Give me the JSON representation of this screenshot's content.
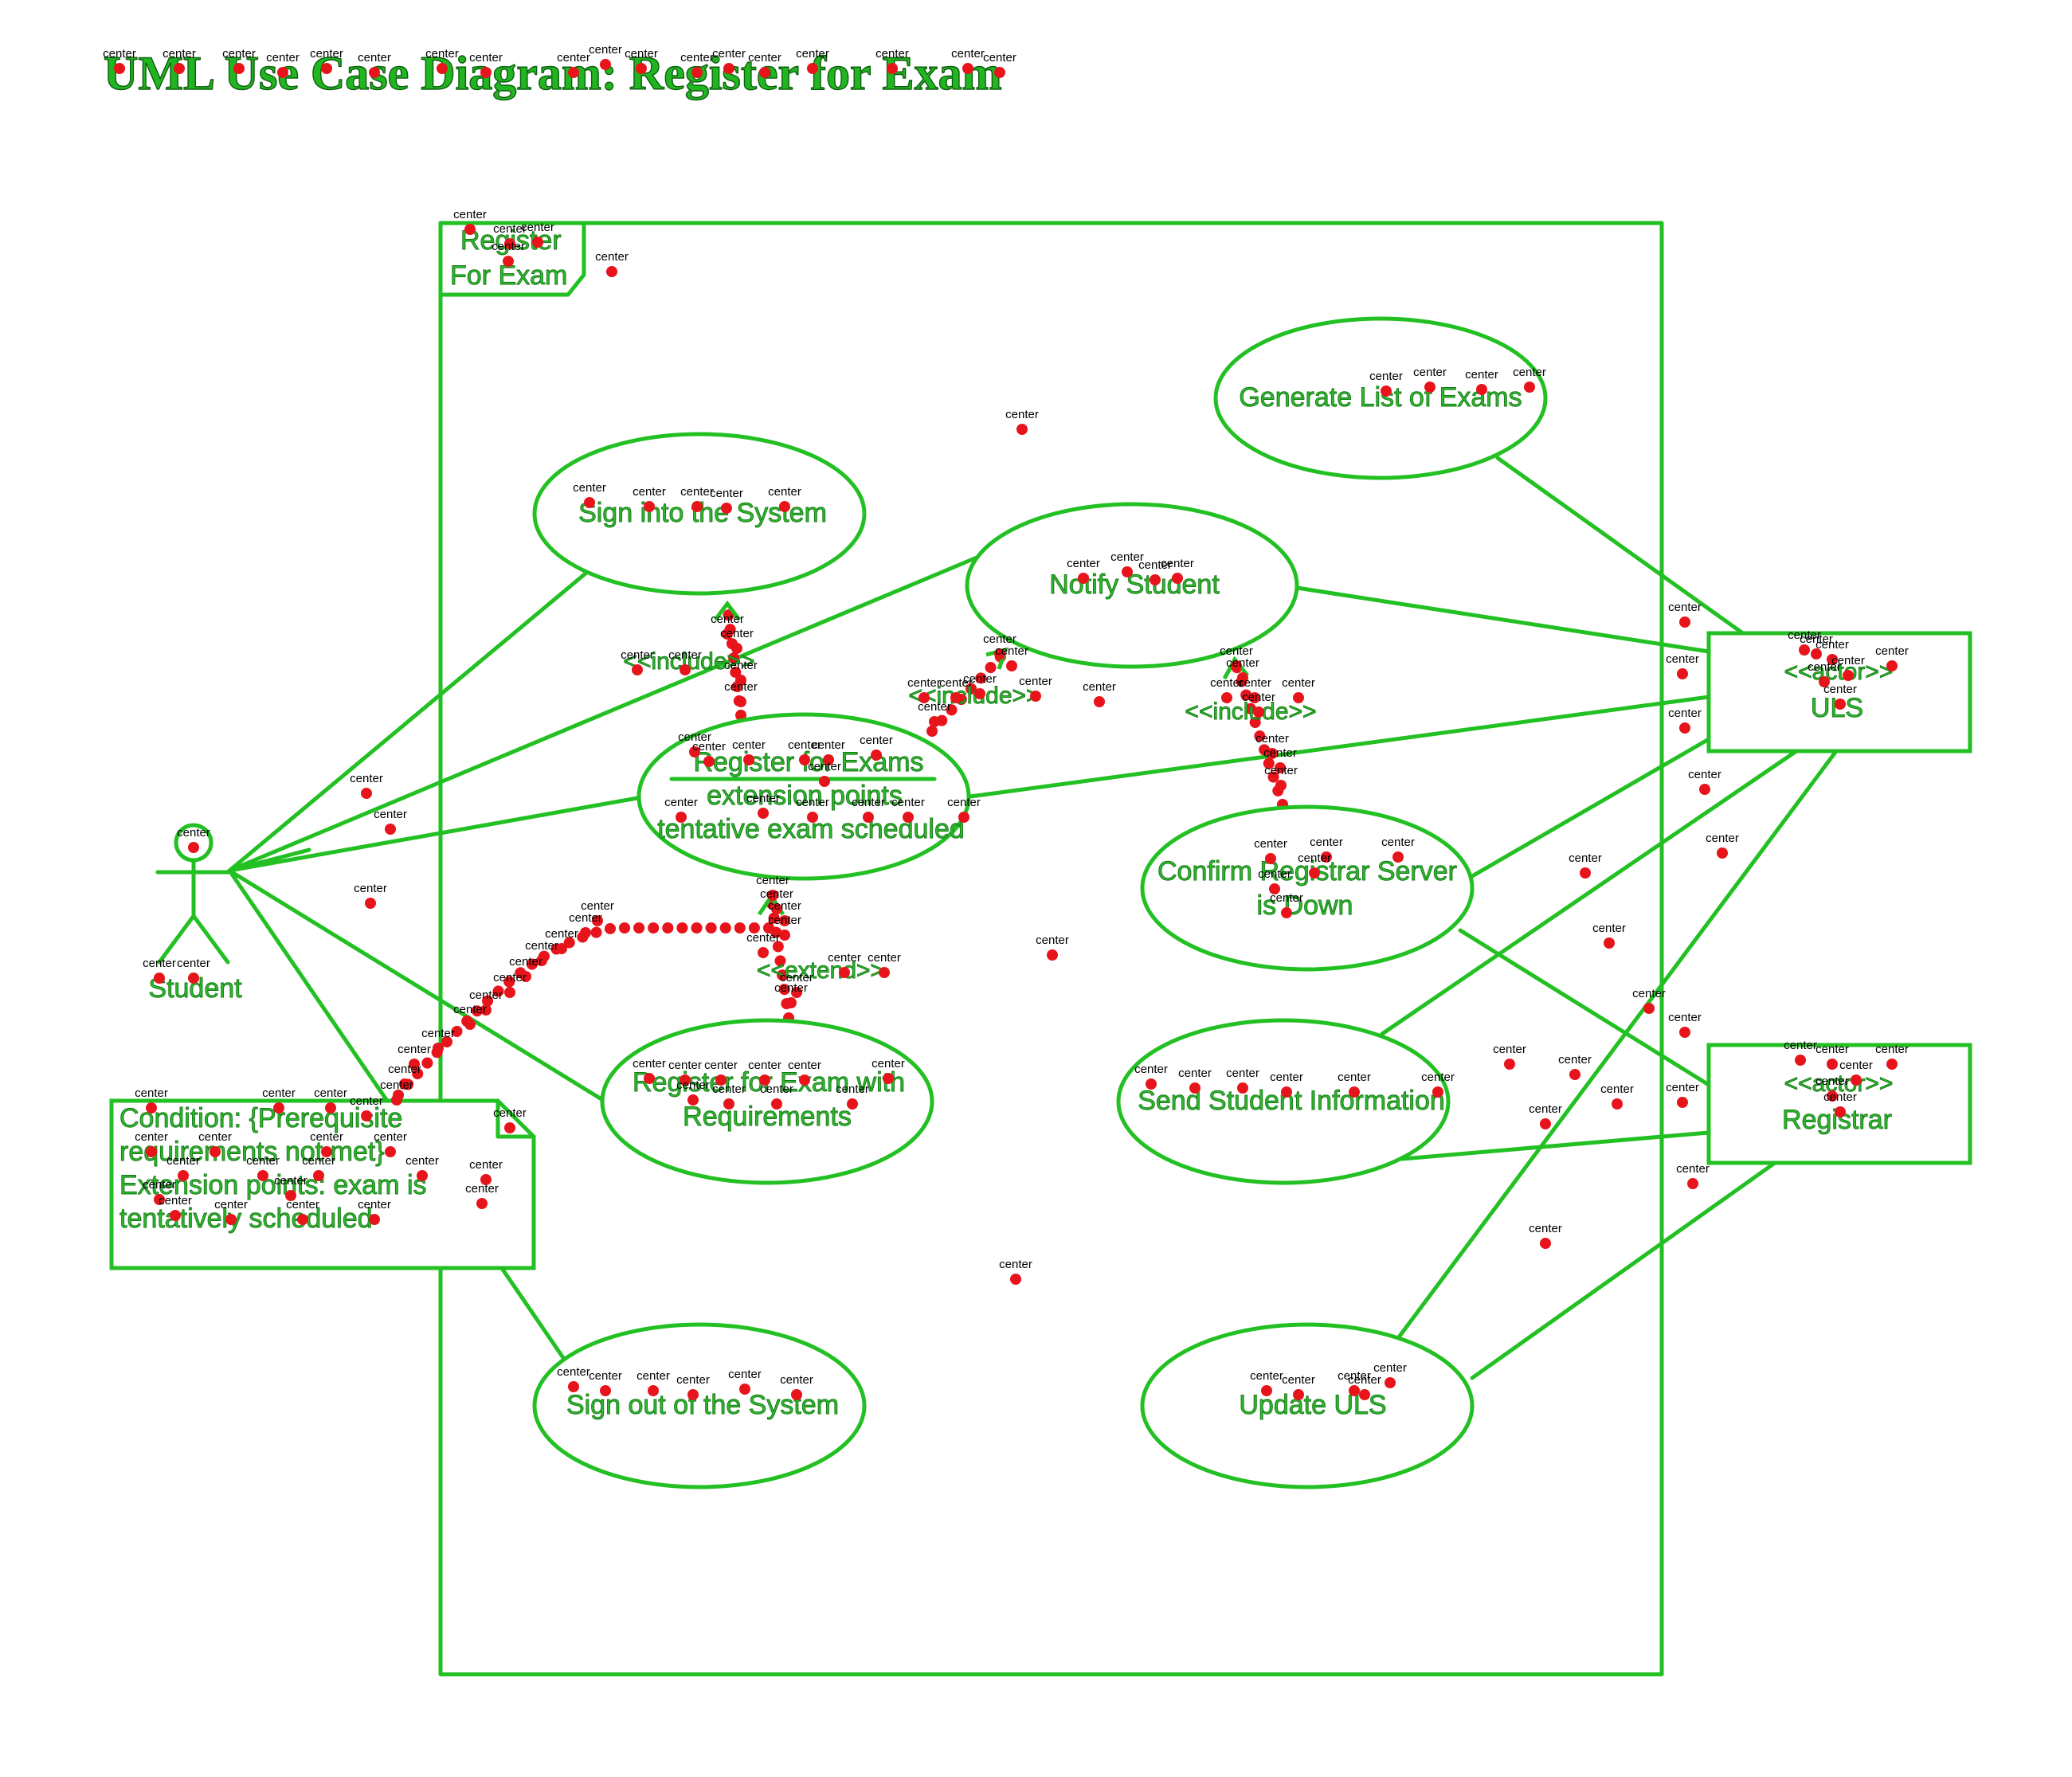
{
  "title": "UML Use Case Diagram: Register for Exam",
  "marker_label": "center",
  "system": {
    "name_line1": "Register",
    "name_line2": "For Exam"
  },
  "actors": {
    "student": "Student",
    "uls": {
      "stereotype": "<<actor>>",
      "name": "ULS"
    },
    "registrar": {
      "stereotype": "<<actor>>",
      "name": "Registrar"
    }
  },
  "use_cases": {
    "generate_list": "Generate List of Exams",
    "sign_in": "Sign into the System",
    "notify_student": "Notify Student",
    "register_for_exam": {
      "name": "Register for Exams",
      "ext_heading": "extension points",
      "ext_point": "tentative exam scheduled"
    },
    "confirm_registrar": {
      "line1": "Confirm Registrar Server",
      "line2": "is Down"
    },
    "register_with_req": {
      "line1": "Register for Exam with",
      "line2": "Requirements"
    },
    "send_info": "Send Student Information",
    "sign_out": "Sign out of the System",
    "update_uls": "Update ULS"
  },
  "relations": {
    "include_1": "<<include>>",
    "include_2": "<<include>>",
    "include_3": "<<include>>",
    "extend": "<<extend>>"
  },
  "note": {
    "line1": "Condition: {Prerequisite",
    "line2": "requirements not met}",
    "line3": "Extension points: exam is",
    "line4": "tentatively scheduled"
  },
  "colors": {
    "outline": "#22c022",
    "marker": "#e8141c"
  }
}
